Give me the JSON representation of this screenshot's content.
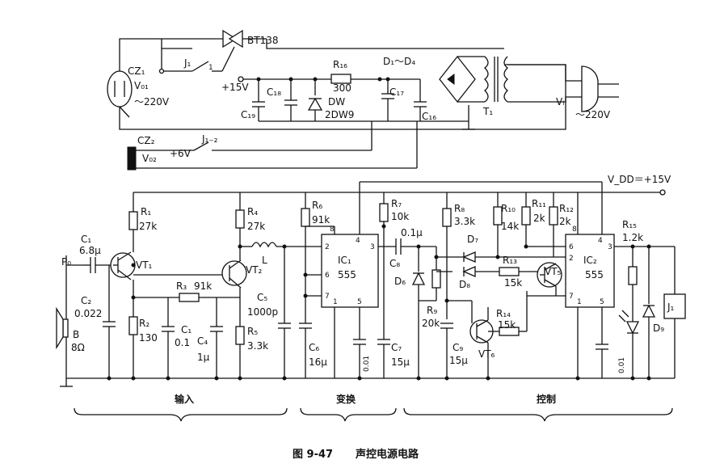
{
  "figure": {
    "caption_number": "图 9-47",
    "caption_title": "声控电源电路",
    "sections": {
      "input": "输入",
      "convert": "变换",
      "control": "控制"
    }
  },
  "power": {
    "cz1": "CZ₁",
    "v01": "V₀₁",
    "v01_value": "～220V",
    "j1_contact": "J₁",
    "j1_pin": "1",
    "triac": "BT138",
    "r16": "R₁₆",
    "r16_value": "300",
    "plus15": "+15V",
    "c18": "C₁₈",
    "c19": "C₁₉",
    "dw": "DW",
    "dw_part": "2DW9",
    "c17": "C₁₇",
    "c16": "C₁₆",
    "bridge": "D₁～D₄",
    "t1": "T₁",
    "vi": "Vᵢ",
    "vi_value": "～220V",
    "cz2": "CZ₂",
    "j1_2": "J₁₋₂",
    "v02": "V₀₂",
    "plus6": "+6V"
  },
  "circuit": {
    "vdd": "V_DD＝+15V",
    "p0": "P₀",
    "c1": "C₁",
    "c1_value": "6.8μ",
    "vt1": "VT₁",
    "r1": "R₁",
    "r1_value": "27k",
    "c2": "C₂",
    "c2_value": "0.022",
    "r2": "R₂",
    "r2_value": "130",
    "speaker": "B",
    "speaker_value": "8Ω",
    "r3": "R₃",
    "r3_value": "91k",
    "c1b": "C₁",
    "c1b_value": "0.1",
    "c4": "C₄",
    "c4_value": "1μ",
    "r4": "R₄",
    "r4_value": "27k",
    "vt2": "VT₂",
    "l": "L",
    "c5": "C₅",
    "c5_value": "1000p",
    "r5": "R₅",
    "r5_value": "3.3k",
    "r6": "R₆",
    "r6_value": "91k",
    "ic1": "IC₁",
    "ic1_part": "555",
    "ic1_pins": [
      "8",
      "4",
      "2",
      "3",
      "6",
      "7",
      "1",
      "5"
    ],
    "c6": "C₆",
    "c6_value": "16μ",
    "c7": "C₇",
    "c7_value": "15μ",
    "c_001a": "0.01",
    "r7": "R₇",
    "r7_value": "10k",
    "c8": "C₈",
    "c8_value": "0.1μ",
    "d6": "D₆",
    "r8": "R₈",
    "r8_value": "3.3k",
    "r9": "R₉",
    "r9_value": "20k",
    "c9": "C₉",
    "c9_value": "15μ",
    "d7": "D₇",
    "d8": "D₈",
    "r10": "R₁₀",
    "r10_value": "14k",
    "r11": "R₁₁",
    "r11_value": "2k",
    "r12": "R₁₂",
    "r12_value": "2k",
    "r13": "R₁₃",
    "r13_value": "15k",
    "r14": "R₁₄",
    "r14_value": "15k",
    "vt5": "VT₅",
    "vt6": "VT₆",
    "ic2": "IC₂",
    "ic2_part": "555",
    "ic2_pins": [
      "8",
      "4",
      "6",
      "3",
      "2",
      "7",
      "1",
      "5"
    ],
    "c_001b": "0.01",
    "r15": "R₁₅",
    "r15_value": "1.2k",
    "d9": "D₉",
    "j1": "J₁"
  }
}
